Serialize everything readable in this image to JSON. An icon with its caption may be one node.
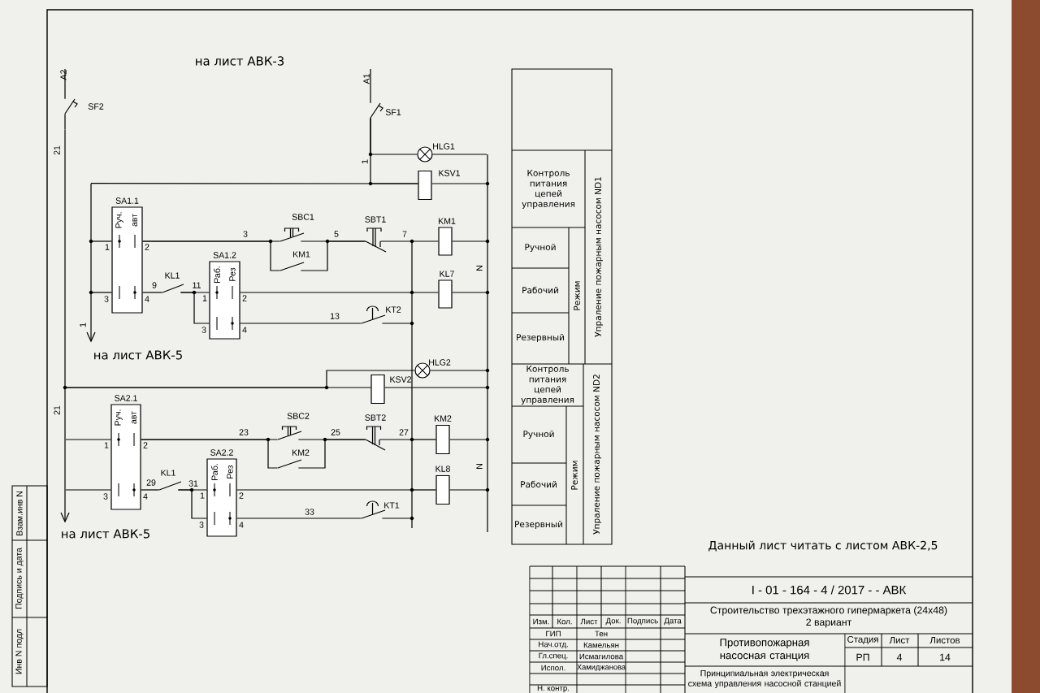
{
  "diagram": {
    "nodes": [
      {
        "text": [
          "SF2"
        ]
      },
      {
        "text": [
          "SF1"
        ]
      },
      {
        "text": [
          "HLG1"
        ]
      },
      {
        "text": [
          "KSV1"
        ]
      },
      {
        "text": [
          "SA1.1",
          "Руч.",
          "авт"
        ],
        "beside": [
          "1",
          "2",
          "3",
          "4"
        ]
      },
      {
        "text": [
          "SBC1"
        ]
      },
      {
        "text": [
          "SBT1"
        ]
      },
      {
        "text": [
          "KM1"
        ]
      },
      {
        "text": [
          "KM1"
        ]
      },
      {
        "text": [
          "KL1"
        ]
      },
      {
        "text": [
          "SA1.2",
          "Раб.",
          "Рез"
        ],
        "beside": [
          "1",
          "2",
          "3",
          "4"
        ]
      },
      {
        "text": [
          "KL7"
        ]
      },
      {
        "text": [
          "KT2"
        ]
      },
      {
        "text": [
          "HLG2"
        ]
      },
      {
        "text": [
          "KSV2"
        ]
      },
      {
        "text": [
          "SA2.1",
          "Руч.",
          "авт"
        ],
        "beside": [
          "1",
          "2",
          "3",
          "4"
        ]
      },
      {
        "text": [
          "SBC2"
        ]
      },
      {
        "text": [
          "SBT2"
        ]
      },
      {
        "text": [
          "KM2"
        ]
      },
      {
        "text": [
          "KM2"
        ]
      },
      {
        "text": [
          "KL1"
        ]
      },
      {
        "text": [
          "SA2.2",
          "Раб.",
          "Рез"
        ],
        "beside": [
          "1",
          "2",
          "3",
          "4"
        ]
      },
      {
        "text": [
          "KL8"
        ]
      },
      {
        "text": [
          "KT1"
        ]
      },
      {
        "text": [],
        "shape": "bar",
        "beside": [
          "21",
          "21"
        ]
      },
      {
        "text": [],
        "shape": "bar",
        "beside": [
          "1"
        ]
      },
      {
        "text": [],
        "shape": "bar"
      },
      {
        "text": [],
        "shape": "bar",
        "beside": [
          "N",
          "N"
        ]
      }
    ],
    "edges": [
      {
        "from": null,
        "to": 0,
        "arrow": "none",
        "label": "A2"
      },
      {
        "from": 0,
        "to": 24,
        "arrow": "none"
      },
      {
        "from": null,
        "to": 1,
        "arrow": "none",
        "label": "A1"
      },
      {
        "from": 1,
        "to": 2,
        "arrow": "none",
        "label": "1"
      },
      {
        "from": 1,
        "to": 3,
        "arrow": "none"
      },
      {
        "from": 25,
        "to": 3,
        "arrow": "none"
      },
      {
        "from": 25,
        "to": 4,
        "arrow": "none"
      },
      {
        "from": 25,
        "to": 4,
        "arrow": "none"
      },
      {
        "from": 4,
        "to": 5,
        "arrow": "none",
        "label": "3"
      },
      {
        "from": 4,
        "to": 8,
        "arrow": "none"
      },
      {
        "from": 5,
        "to": 6,
        "arrow": "none",
        "label": "5"
      },
      {
        "from": 8,
        "to": 6,
        "arrow": "none"
      },
      {
        "from": 6,
        "to": 26,
        "arrow": "none",
        "label": "7"
      },
      {
        "from": 26,
        "to": 7,
        "arrow": "none"
      },
      {
        "from": 7,
        "to": 27,
        "arrow": "none"
      },
      {
        "from": 4,
        "to": 9,
        "arrow": "none",
        "label": "9"
      },
      {
        "from": 9,
        "to": 10,
        "arrow": "none",
        "label": "11"
      },
      {
        "from": 9,
        "to": 10,
        "arrow": "none"
      },
      {
        "from": 10,
        "to": 26,
        "arrow": "none"
      },
      {
        "from": 26,
        "to": 11,
        "arrow": "none"
      },
      {
        "from": 11,
        "to": 27,
        "arrow": "none"
      },
      {
        "from": 10,
        "to": 12,
        "arrow": "none",
        "label": "13"
      },
      {
        "from": 12,
        "to": 26,
        "arrow": "none"
      },
      {
        "from": 2,
        "to": 27,
        "arrow": "none"
      },
      {
        "from": 3,
        "to": 27,
        "arrow": "none"
      },
      {
        "from": 24,
        "to": 14,
        "arrow": "none"
      },
      {
        "from": 24,
        "to": 13,
        "arrow": "none"
      },
      {
        "from": 13,
        "to": 27,
        "arrow": "none"
      },
      {
        "from": 14,
        "to": 27,
        "arrow": "none"
      },
      {
        "from": 24,
        "to": 15,
        "arrow": "none"
      },
      {
        "from": 24,
        "to": 15,
        "arrow": "none"
      },
      {
        "from": 15,
        "to": 16,
        "arrow": "none",
        "label": "23"
      },
      {
        "from": 15,
        "to": 19,
        "arrow": "none"
      },
      {
        "from": 16,
        "to": 17,
        "arrow": "none",
        "label": "25"
      },
      {
        "from": 19,
        "to": 17,
        "arrow": "none"
      },
      {
        "from": 17,
        "to": 26,
        "arrow": "none",
        "label": "27"
      },
      {
        "from": 26,
        "to": 18,
        "arrow": "none"
      },
      {
        "from": 18,
        "to": 27,
        "arrow": "none"
      },
      {
        "from": 15,
        "to": 20,
        "arrow": "none",
        "label": "29"
      },
      {
        "from": 20,
        "to": 21,
        "arrow": "none",
        "label": "31"
      },
      {
        "from": 20,
        "to": 21,
        "arrow": "none"
      },
      {
        "from": 21,
        "to": 26,
        "arrow": "none"
      },
      {
        "from": 26,
        "to": 22,
        "arrow": "none"
      },
      {
        "from": 22,
        "to": 27,
        "arrow": "none"
      },
      {
        "from": 21,
        "to": 23,
        "arrow": "none",
        "label": "33"
      },
      {
        "from": 23,
        "to": 26,
        "arrow": "none"
      }
    ],
    "labels": [
      "на лист АВК-3",
      "на лист АВК-5",
      "на лист АВК-5",
      "Контроль питания цепей управления",
      "Упраление пожарным насосом ND1",
      "Ручной",
      "Режим",
      "Рабочий",
      "Резервный",
      "Контроль питания цепей управления",
      "Упраление пожарным насосом ND2",
      "Ручной",
      "Режим",
      "Рабочий",
      "Резервный",
      "Данный лист читать с листом АВК-2,5",
      "I - 01 - 164 - 4 / 2017 - - АВК",
      "Строительство трехэтажного гипермаркета (24x48)",
      "2 вариант",
      "Изм.",
      "Кол.",
      "Лист",
      "Док.",
      "Подпись",
      "Дата",
      "ГИП",
      "Тен",
      "Нач.отд.",
      "Камельян",
      "Гл.спец.",
      "Исмагилова",
      "Стадия",
      "Лист",
      "Листов",
      "Противопожарная насосная станция",
      "Испол.",
      "Хамиджанова",
      "РП",
      "4",
      "14",
      "Принципиальная электрическая схема управления насосной станцией",
      "Н. контр.",
      "Взам.инв N",
      "Подпись и дата",
      "Инв N подл"
    ]
  }
}
